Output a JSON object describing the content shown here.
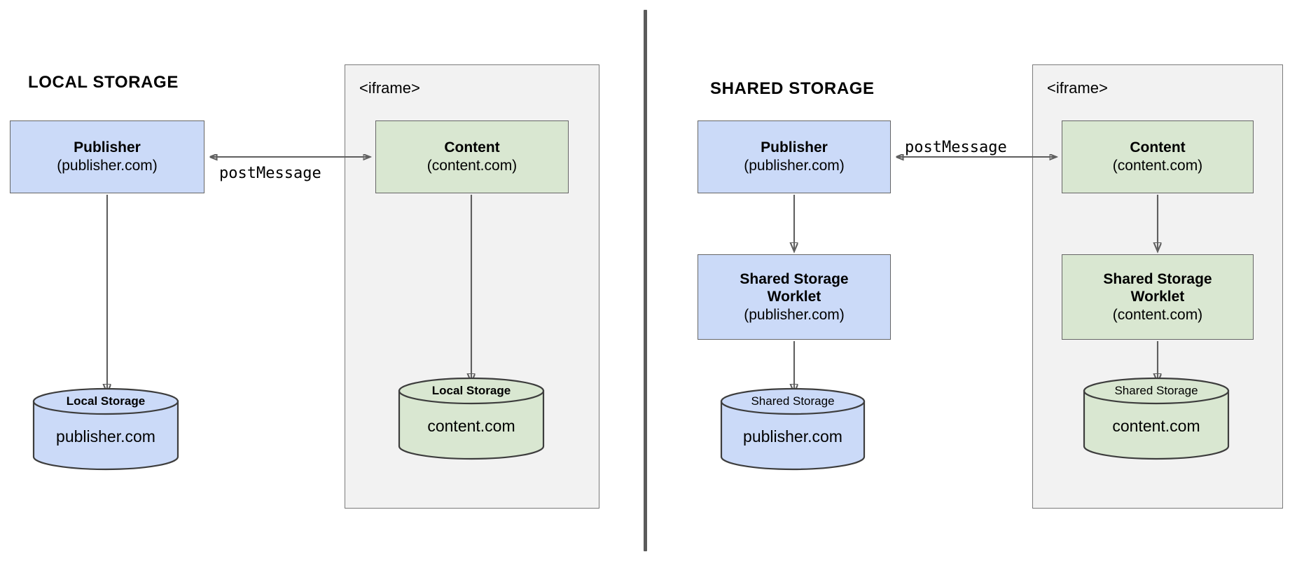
{
  "diagram": {
    "title_local": "LOCAL STORAGE",
    "title_shared": "SHARED STORAGE",
    "iframe_label_left": "<iframe>",
    "iframe_label_right": "<iframe>",
    "postmessage_left": "postMessage",
    "postmessage_right": "postMessage",
    "colors": {
      "blue_fill": "#cbdaf8",
      "green_fill": "#d9e7d1",
      "iframe_fill": "#f2f2f2",
      "node_stroke": "#666666",
      "arrow_stroke": "#5f5f5f",
      "divider": "#5b5b5b",
      "text": "#000000"
    }
  },
  "local_panel": {
    "publisher": {
      "title": "Publisher",
      "sub": "(publisher.com)"
    },
    "content": {
      "title": "Content",
      "sub": "(content.com)"
    },
    "publisher_storage": {
      "top_label": "Local Storage",
      "body_label": "publisher.com"
    },
    "content_storage": {
      "top_label": "Local Storage",
      "body_label": "content.com"
    }
  },
  "shared_panel": {
    "publisher": {
      "title": "Publisher",
      "sub": "(publisher.com)"
    },
    "publisher_worklet": {
      "title_line1": "Shared Storage",
      "title_line2": "Worklet",
      "sub": "(publisher.com)"
    },
    "content": {
      "title": "Content",
      "sub": "(content.com)"
    },
    "content_worklet": {
      "title_line1": "Shared Storage",
      "title_line2": "Worklet",
      "sub": "(content.com)"
    },
    "publisher_storage": {
      "top_label": "Shared Storage",
      "body_label": "publisher.com"
    },
    "content_storage": {
      "top_label": "Shared Storage",
      "body_label": "content.com"
    }
  }
}
